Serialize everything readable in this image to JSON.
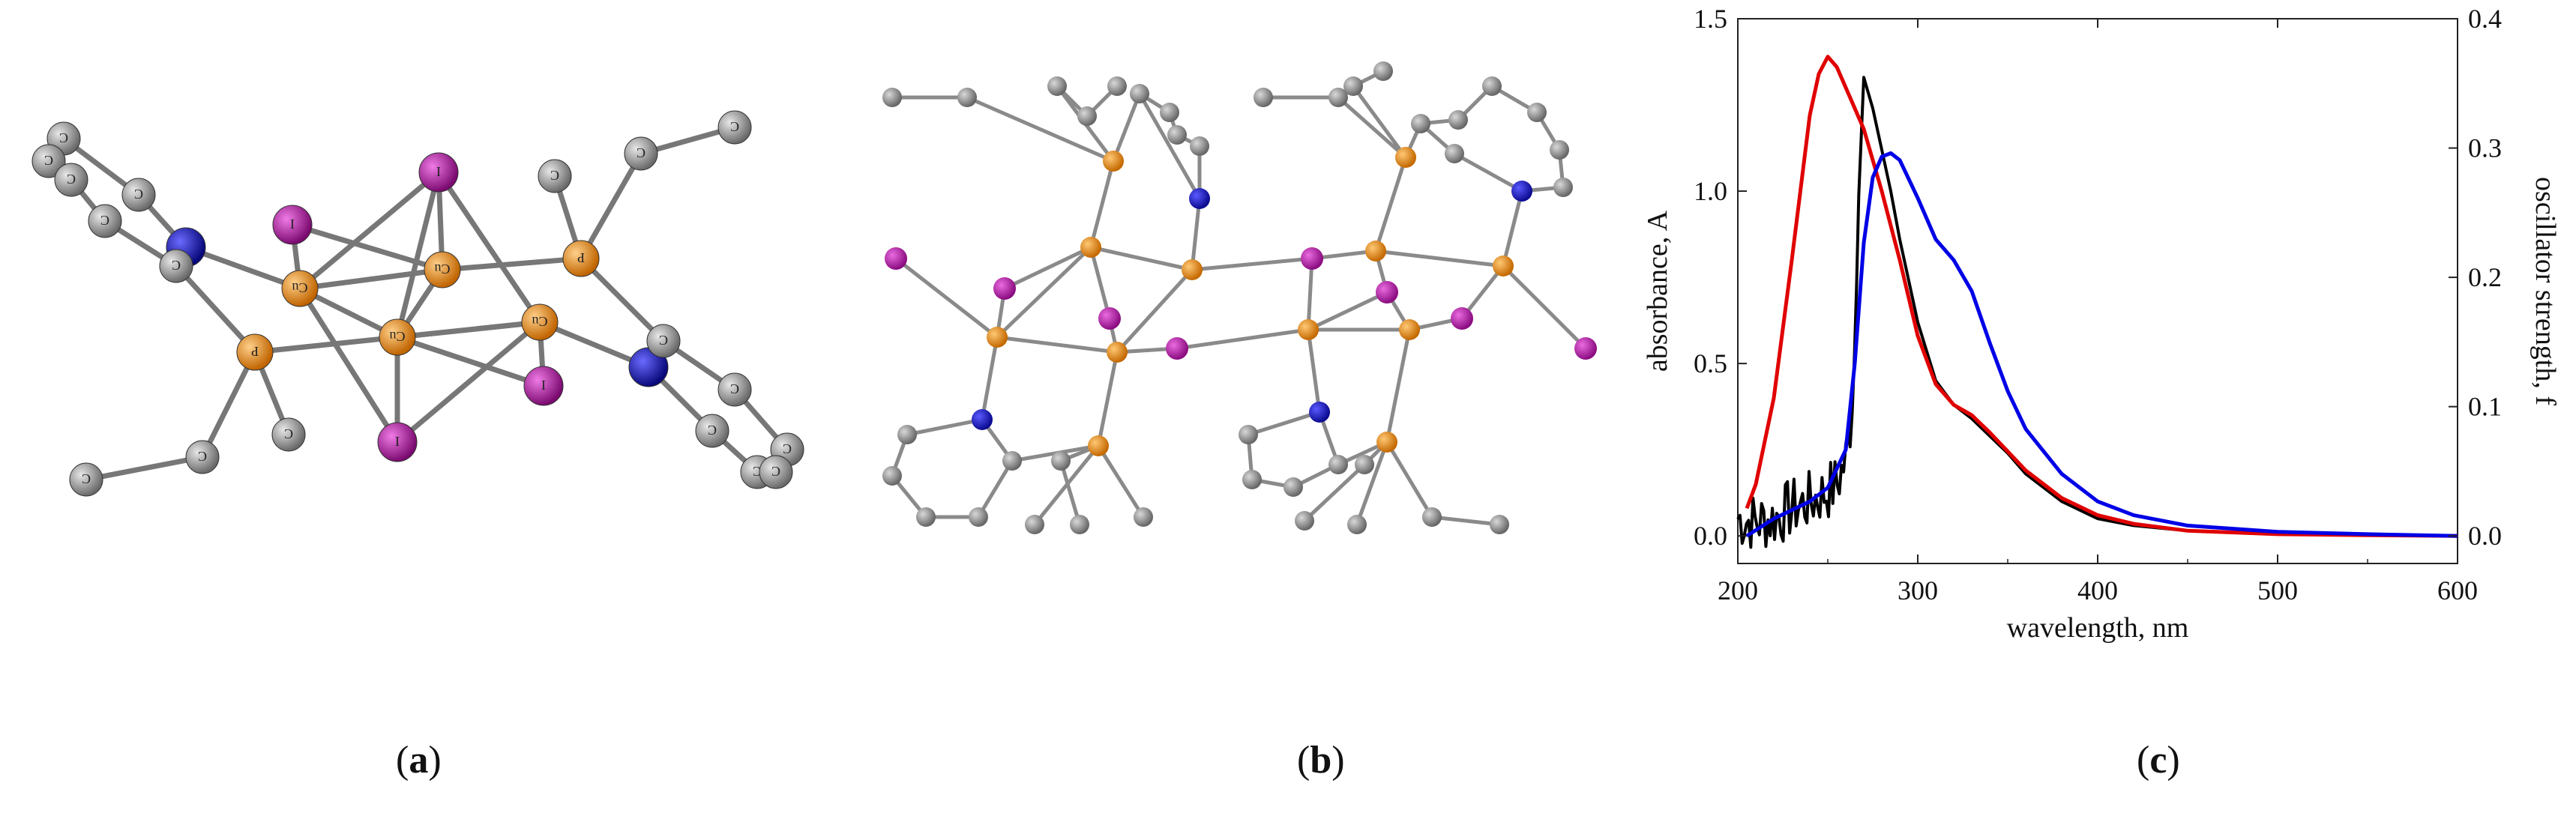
{
  "panels": {
    "a": {
      "label": "a"
    },
    "b": {
      "label": "b"
    },
    "c": {
      "label": "c"
    }
  },
  "atom_colors": {
    "Cu": "#e8860c",
    "P": "#e8860c",
    "I": "#a8109c",
    "N": "#1414c8",
    "C": "#8c8c8c"
  },
  "atom_labels_a": {
    "cu": "Cu",
    "p": "P",
    "i": "I",
    "c": "C"
  },
  "chart_data": {
    "type": "line",
    "xlabel": "wavelength, nm",
    "ylabel_left": "absorbance, A",
    "ylabel_right": "oscillator strength, f",
    "xlim": [
      200,
      600
    ],
    "ylim_left": [
      -0.08,
      1.5
    ],
    "ylim_right": [
      -0.0213,
      0.4
    ],
    "x_ticks": [
      200,
      300,
      400,
      500,
      600
    ],
    "y_ticks_left": [
      "0.0",
      "0.5",
      "1.0",
      "1.5"
    ],
    "y_ticks_right": [
      "0.0",
      "0.1",
      "0.2",
      "0.3",
      "0.4"
    ],
    "series": [
      {
        "color": "#000000",
        "axis": "left",
        "noisy_below": 268,
        "x": [
          200,
          210,
          220,
          230,
          240,
          250,
          255,
          260,
          263,
          265,
          267,
          270,
          275,
          280,
          285,
          290,
          300,
          310,
          320,
          330,
          340,
          350,
          360,
          380,
          400,
          420,
          450,
          500,
          550,
          600
        ],
        "y": [
          0.05,
          0.04,
          0.05,
          0.08,
          0.1,
          0.13,
          0.15,
          0.22,
          0.35,
          0.55,
          1.05,
          1.33,
          1.24,
          1.12,
          1.0,
          0.86,
          0.62,
          0.45,
          0.38,
          0.34,
          0.29,
          0.24,
          0.18,
          0.1,
          0.05,
          0.03,
          0.015,
          0.005,
          0.002,
          0.0
        ]
      },
      {
        "color": "#e00000",
        "axis": "left",
        "x": [
          205,
          210,
          220,
          230,
          240,
          245,
          250,
          255,
          260,
          270,
          280,
          290,
          300,
          310,
          320,
          330,
          340,
          360,
          380,
          400,
          420,
          450,
          500,
          550,
          600
        ],
        "y": [
          0.08,
          0.15,
          0.4,
          0.8,
          1.22,
          1.34,
          1.39,
          1.36,
          1.3,
          1.18,
          1.0,
          0.8,
          0.58,
          0.44,
          0.38,
          0.35,
          0.3,
          0.19,
          0.11,
          0.06,
          0.035,
          0.015,
          0.005,
          0.002,
          0.0
        ]
      },
      {
        "color": "#0000e6",
        "axis": "left",
        "x": [
          205,
          220,
          240,
          250,
          260,
          265,
          270,
          275,
          280,
          285,
          290,
          300,
          310,
          320,
          330,
          340,
          350,
          360,
          380,
          400,
          420,
          450,
          500,
          550,
          600
        ],
        "y": [
          0.0,
          0.05,
          0.1,
          0.14,
          0.25,
          0.5,
          0.85,
          1.04,
          1.1,
          1.11,
          1.09,
          0.98,
          0.86,
          0.8,
          0.71,
          0.56,
          0.42,
          0.31,
          0.18,
          0.1,
          0.06,
          0.03,
          0.012,
          0.005,
          0.0
        ]
      }
    ]
  }
}
